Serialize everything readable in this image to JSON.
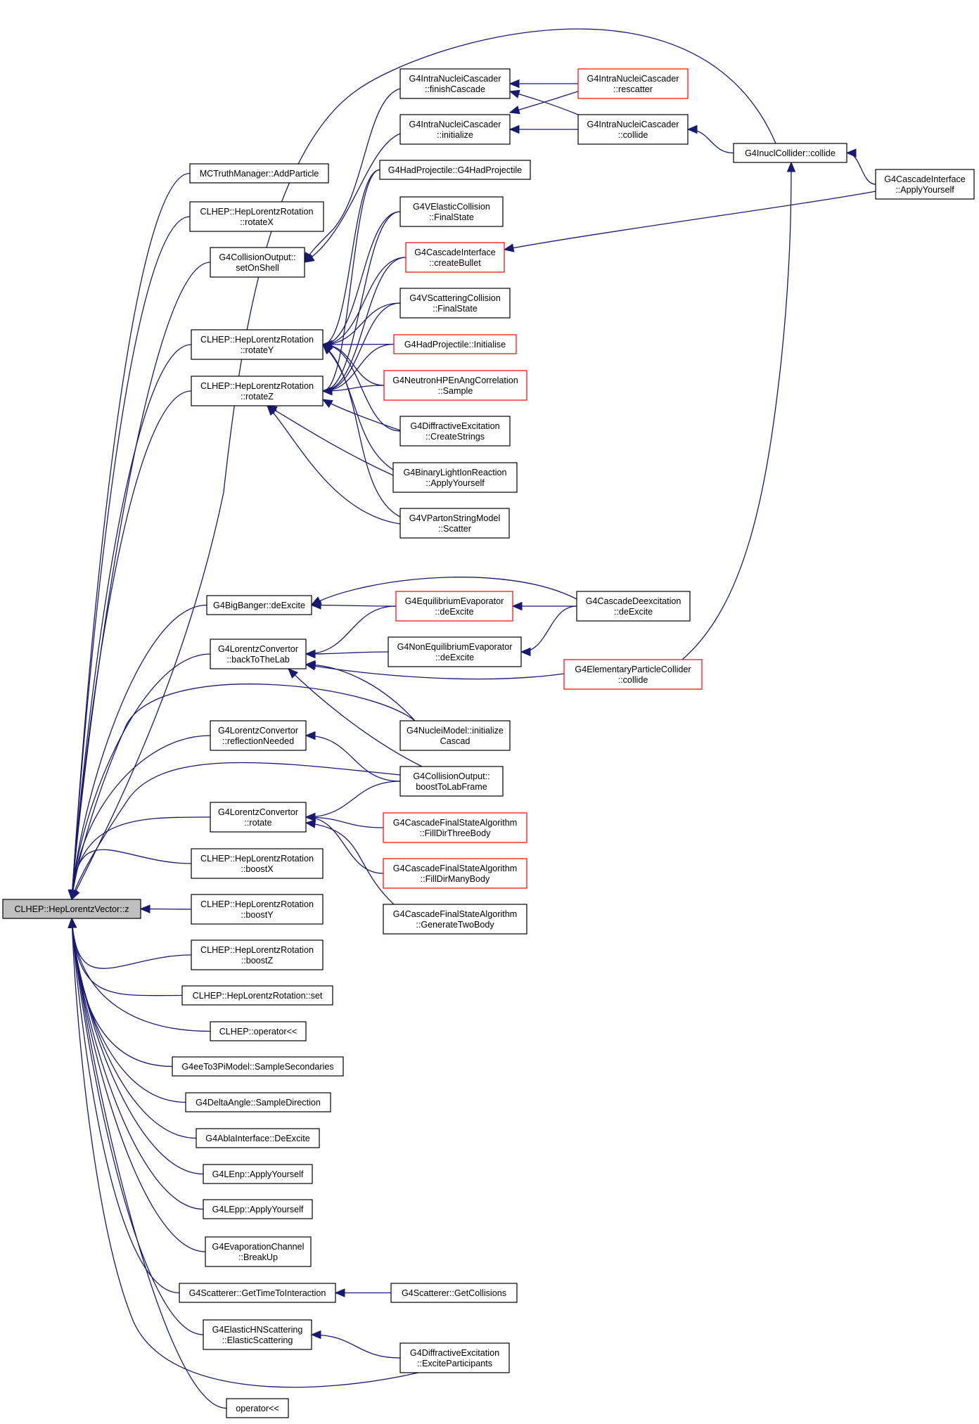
{
  "graph": {
    "title": "",
    "focus_node": "CLHEP::HepLorentzVector::z",
    "edge_color": "#191970",
    "node_border_color": "#000000",
    "incomplete_node_border_color": "#ff0000",
    "focus_node_fill": "#bfbfbf",
    "nodes": [
      {
        "id": "z",
        "lines": [
          "CLHEP::HepLorentzVector::z"
        ],
        "focus": true
      },
      {
        "id": "addp",
        "lines": [
          "MCTruthManager::AddParticle"
        ]
      },
      {
        "id": "rotX",
        "lines": [
          "CLHEP::HepLorentzRotation",
          "::rotateX"
        ]
      },
      {
        "id": "setOnShell",
        "lines": [
          "G4CollisionOutput::",
          "setOnShell"
        ]
      },
      {
        "id": "rotY",
        "lines": [
          "CLHEP::HepLorentzRotation",
          "::rotateY"
        ]
      },
      {
        "id": "rotZ",
        "lines": [
          "CLHEP::HepLorentzRotation",
          "::rotateZ"
        ]
      },
      {
        "id": "bigbanger",
        "lines": [
          "G4BigBanger::deExcite"
        ]
      },
      {
        "id": "backToLab",
        "lines": [
          "G4LorentzConvertor",
          "::backToTheLab"
        ]
      },
      {
        "id": "reflNeeded",
        "lines": [
          "G4LorentzConvertor",
          "::reflectionNeeded"
        ]
      },
      {
        "id": "lcRotate",
        "lines": [
          "G4LorentzConvertor",
          "::rotate"
        ]
      },
      {
        "id": "boostX",
        "lines": [
          "CLHEP::HepLorentzRotation",
          "::boostX"
        ]
      },
      {
        "id": "boostY",
        "lines": [
          "CLHEP::HepLorentzRotation",
          "::boostY"
        ]
      },
      {
        "id": "boostZ",
        "lines": [
          "CLHEP::HepLorentzRotation",
          "::boostZ"
        ]
      },
      {
        "id": "hlrSet",
        "lines": [
          "CLHEP::HepLorentzRotation::set"
        ]
      },
      {
        "id": "clhepOp",
        "lines": [
          "CLHEP::operator<<"
        ]
      },
      {
        "id": "ee3pi",
        "lines": [
          "G4eeTo3PiModel::SampleSecondaries"
        ]
      },
      {
        "id": "deltaAngle",
        "lines": [
          "G4DeltaAngle::SampleDirection"
        ]
      },
      {
        "id": "ablaDe",
        "lines": [
          "G4AblaInterface::DeExcite"
        ]
      },
      {
        "id": "lenp",
        "lines": [
          "G4LEnp::ApplyYourself"
        ]
      },
      {
        "id": "lepp",
        "lines": [
          "G4LEpp::ApplyYourself"
        ]
      },
      {
        "id": "evapCh",
        "lines": [
          "G4EvaporationChannel",
          "::BreakUp"
        ]
      },
      {
        "id": "scatGetTime",
        "lines": [
          "G4Scatterer::GetTimeToInteraction"
        ]
      },
      {
        "id": "elasticHN",
        "lines": [
          "G4ElasticHNScattering",
          "::ElasticScattering"
        ]
      },
      {
        "id": "opLL",
        "lines": [
          "operator<<"
        ]
      },
      {
        "id": "incFinish",
        "lines": [
          "G4IntraNucleiCascader",
          "::finishCascade"
        ]
      },
      {
        "id": "incInit",
        "lines": [
          "G4IntraNucleiCascader",
          "::initialize"
        ]
      },
      {
        "id": "hadProjCtor",
        "lines": [
          "G4HadProjectile::G4HadProjectile"
        ]
      },
      {
        "id": "velastic",
        "lines": [
          "G4VElasticCollision",
          "::FinalState"
        ]
      },
      {
        "id": "casCreateBullet",
        "lines": [
          "G4CascadeInterface",
          "::createBullet"
        ],
        "incomplete": true
      },
      {
        "id": "vscatter",
        "lines": [
          "G4VScatteringCollision",
          "::FinalState"
        ]
      },
      {
        "id": "hadProjInit",
        "lines": [
          "G4HadProjectile::Initialise"
        ],
        "incomplete": true
      },
      {
        "id": "neutronHP",
        "lines": [
          "G4NeutronHPEnAngCorrelation",
          "::Sample"
        ],
        "incomplete": true
      },
      {
        "id": "diffCreate",
        "lines": [
          "G4DiffractiveExcitation",
          "::CreateStrings"
        ]
      },
      {
        "id": "binaryLight",
        "lines": [
          "G4BinaryLightIonReaction",
          "::ApplyYourself"
        ]
      },
      {
        "id": "vparton",
        "lines": [
          "G4VPartonStringModel",
          "::Scatter"
        ]
      },
      {
        "id": "eqEvap",
        "lines": [
          "G4EquilibriumEvaporator",
          "::deExcite"
        ],
        "incomplete": true
      },
      {
        "id": "noneqEvap",
        "lines": [
          "G4NonEquilibriumEvaporator",
          "::deExcite"
        ]
      },
      {
        "id": "nucleiInit",
        "lines": [
          "G4NucleiModel::initialize",
          "Cascad"
        ]
      },
      {
        "id": "collBoost",
        "lines": [
          "G4CollisionOutput::",
          "boostToLabFrame"
        ]
      },
      {
        "id": "fsThree",
        "lines": [
          "G4CascadeFinalStateAlgorithm",
          "::FillDirThreeBody"
        ],
        "incomplete": true
      },
      {
        "id": "fsMany",
        "lines": [
          "G4CascadeFinalStateAlgorithm",
          "::FillDirManyBody"
        ],
        "incomplete": true
      },
      {
        "id": "fsTwo",
        "lines": [
          "G4CascadeFinalStateAlgorithm",
          "::GenerateTwoBody"
        ]
      },
      {
        "id": "scatGetColl",
        "lines": [
          "G4Scatterer::GetCollisions"
        ]
      },
      {
        "id": "diffExcite",
        "lines": [
          "G4DiffractiveExcitation",
          "::ExciteParticipants"
        ]
      },
      {
        "id": "incRescatter",
        "lines": [
          "G4IntraNucleiCascader",
          "::rescatter"
        ],
        "incomplete": true
      },
      {
        "id": "incCollide",
        "lines": [
          "G4IntraNucleiCascader",
          "::collide"
        ]
      },
      {
        "id": "cascDeexc",
        "lines": [
          "G4CascadeDeexcitation",
          "::deExcite"
        ]
      },
      {
        "id": "elemPart",
        "lines": [
          "G4ElementaryParticleCollider",
          "::collide"
        ],
        "incomplete": true
      },
      {
        "id": "inuclColl",
        "lines": [
          "G4InuclCollider::collide"
        ]
      },
      {
        "id": "cascApply",
        "lines": [
          "G4CascadeInterface",
          "::ApplyYourself"
        ]
      }
    ],
    "edges": [
      [
        "addp",
        "z"
      ],
      [
        "rotX",
        "z"
      ],
      [
        "setOnShell",
        "z"
      ],
      [
        "rotY",
        "z"
      ],
      [
        "rotZ",
        "z"
      ],
      [
        "bigbanger",
        "z"
      ],
      [
        "backToLab",
        "z"
      ],
      [
        "reflNeeded",
        "z"
      ],
      [
        "lcRotate",
        "z"
      ],
      [
        "boostX",
        "z"
      ],
      [
        "boostY",
        "z"
      ],
      [
        "boostZ",
        "z"
      ],
      [
        "hlrSet",
        "z"
      ],
      [
        "clhepOp",
        "z"
      ],
      [
        "ee3pi",
        "z"
      ],
      [
        "deltaAngle",
        "z"
      ],
      [
        "ablaDe",
        "z"
      ],
      [
        "lenp",
        "z"
      ],
      [
        "lepp",
        "z"
      ],
      [
        "evapCh",
        "z"
      ],
      [
        "scatGetTime",
        "z"
      ],
      [
        "elasticHN",
        "z"
      ],
      [
        "opLL",
        "z"
      ],
      [
        "inuclColl",
        "z"
      ],
      [
        "nucleiInit",
        "z"
      ],
      [
        "collBoost",
        "z"
      ],
      [
        "diffExcite",
        "z"
      ],
      [
        "incFinish",
        "setOnShell"
      ],
      [
        "incInit",
        "setOnShell"
      ],
      [
        "hadProjCtor",
        "rotY"
      ],
      [
        "velastic",
        "rotY"
      ],
      [
        "casCreateBullet",
        "rotY"
      ],
      [
        "vscatter",
        "rotY"
      ],
      [
        "hadProjInit",
        "rotY"
      ],
      [
        "neutronHP",
        "rotY"
      ],
      [
        "diffCreate",
        "rotY"
      ],
      [
        "binaryLight",
        "rotY"
      ],
      [
        "vparton",
        "rotY"
      ],
      [
        "hadProjCtor",
        "rotZ"
      ],
      [
        "velastic",
        "rotZ"
      ],
      [
        "casCreateBullet",
        "rotZ"
      ],
      [
        "vscatter",
        "rotZ"
      ],
      [
        "hadProjInit",
        "rotZ"
      ],
      [
        "neutronHP",
        "rotZ"
      ],
      [
        "diffCreate",
        "rotZ"
      ],
      [
        "binaryLight",
        "rotZ"
      ],
      [
        "vparton",
        "rotZ"
      ],
      [
        "eqEvap",
        "bigbanger"
      ],
      [
        "cascDeexc",
        "bigbanger"
      ],
      [
        "eqEvap",
        "backToLab"
      ],
      [
        "noneqEvap",
        "backToLab"
      ],
      [
        "elemPart",
        "backToLab"
      ],
      [
        "nucleiInit",
        "backToLab"
      ],
      [
        "collBoost",
        "backToLab"
      ],
      [
        "collBoost",
        "reflNeeded"
      ],
      [
        "collBoost",
        "lcRotate"
      ],
      [
        "fsThree",
        "lcRotate"
      ],
      [
        "fsMany",
        "lcRotate"
      ],
      [
        "fsTwo",
        "lcRotate"
      ],
      [
        "scatGetColl",
        "scatGetTime"
      ],
      [
        "diffExcite",
        "elasticHN"
      ],
      [
        "incRescatter",
        "incFinish"
      ],
      [
        "incCollide",
        "incFinish"
      ],
      [
        "incRescatter",
        "incInit"
      ],
      [
        "incCollide",
        "incInit"
      ],
      [
        "inuclColl",
        "incCollide"
      ],
      [
        "cascApply",
        "inuclColl"
      ],
      [
        "cascApply",
        "casCreateBullet"
      ],
      [
        "cascDeexc",
        "eqEvap"
      ],
      [
        "cascDeexc",
        "noneqEvap"
      ],
      [
        "elemPart",
        "inuclColl"
      ]
    ]
  }
}
